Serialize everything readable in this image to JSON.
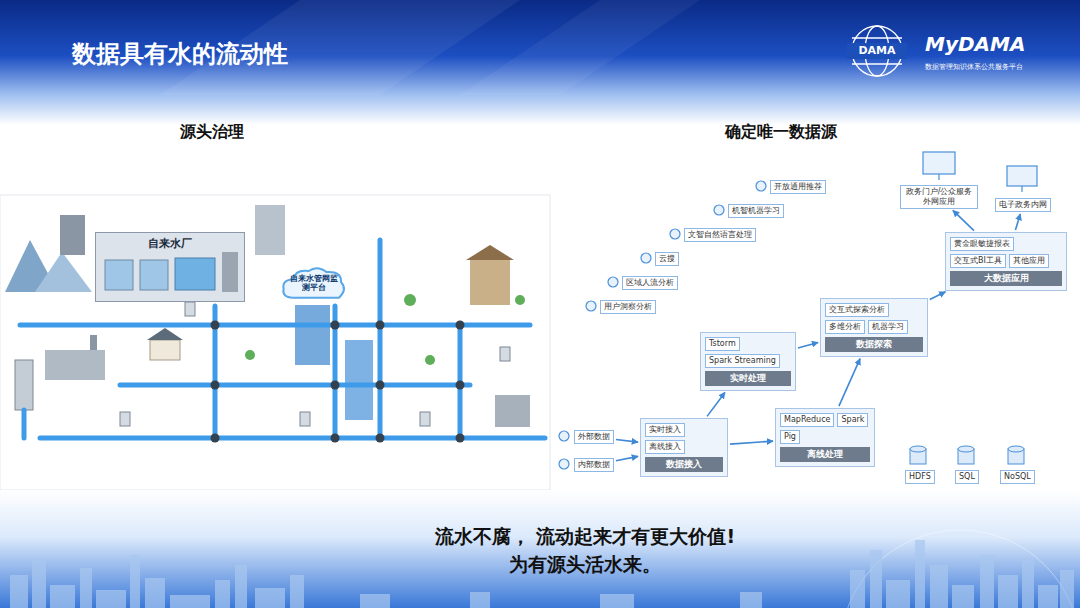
{
  "diagram": {
    "title": "数据具有水的流动性",
    "caption": "流水不腐， 流动起来才有更大价值!",
    "nodes": [
      {
        "text": [
          "自来水厂"
        ]
      },
      {
        "text": [
          "自来水管网监测平台"
        ]
      },
      {
        "text": [
          "用户洞察分析"
        ]
      },
      {
        "text": [
          "区域人流分析"
        ]
      },
      {
        "text": [
          "云搜"
        ]
      },
      {
        "text": [
          "文智自然语言处理"
        ]
      },
      {
        "text": [
          "机智机器学习"
        ]
      },
      {
        "text": [
          "开放通用推荐"
        ]
      },
      {
        "text": [
          "政务门户/公众服务 外网应用"
        ]
      },
      {
        "text": [
          "电子政务内网"
        ]
      },
      {
        "text": [
          "大数据应用"
        ]
      },
      {
        "text": [
          "黄金眼敏捷报表"
        ],
        "in": 10
      },
      {
        "text": [
          "交互式BI工具"
        ],
        "in": 10
      },
      {
        "text": [
          "其他应用"
        ],
        "in": 10
      },
      {
        "text": [
          "数据探索"
        ]
      },
      {
        "text": [
          "交互式探索分析"
        ],
        "in": 14
      },
      {
        "text": [
          "多维分析"
        ],
        "in": 14
      },
      {
        "text": [
          "机器学习"
        ],
        "in": 14
      },
      {
        "text": [
          "实时处理"
        ]
      },
      {
        "text": [
          "Tstorm"
        ],
        "in": 18
      },
      {
        "text": [
          "Spark Streaming"
        ],
        "in": 18
      },
      {
        "text": [
          "离线处理"
        ]
      },
      {
        "text": [
          "MapReduce"
        ],
        "in": 21
      },
      {
        "text": [
          "Spark"
        ],
        "in": 21
      },
      {
        "text": [
          "Pig"
        ],
        "in": 21
      },
      {
        "text": [
          "数据接入"
        ]
      },
      {
        "text": [
          "实时接入"
        ],
        "in": 25
      },
      {
        "text": [
          "离线接入"
        ],
        "in": 25
      },
      {
        "text": [
          "外部数据"
        ]
      },
      {
        "text": [
          "内部数据"
        ]
      },
      {
        "text": [
          "HDFS"
        ]
      },
      {
        "text": [
          "SQL"
        ]
      },
      {
        "text": [
          "NoSQL"
        ]
      }
    ],
    "edges": [
      {
        "from": 28,
        "to": 25,
        "arrow": "to"
      },
      {
        "from": 29,
        "to": 25,
        "arrow": "to"
      },
      {
        "from": 25,
        "to": 18,
        "arrow": "to"
      },
      {
        "from": 25,
        "to": 21,
        "arrow": "to"
      },
      {
        "from": 18,
        "to": 14,
        "arrow": "to"
      },
      {
        "from": 21,
        "to": 14,
        "arrow": "to"
      },
      {
        "from": 14,
        "to": 10,
        "arrow": "to"
      },
      {
        "from": 10,
        "to": 8,
        "arrow": "to"
      },
      {
        "from": 10,
        "to": 9,
        "arrow": "to"
      }
    ],
    "labels": [
      "源头治理",
      "确定唯一数据源",
      "DAMA",
      "MyDAMA",
      "数据管理知识体系公共服务平台",
      "为有源头活水来。"
    ]
  }
}
